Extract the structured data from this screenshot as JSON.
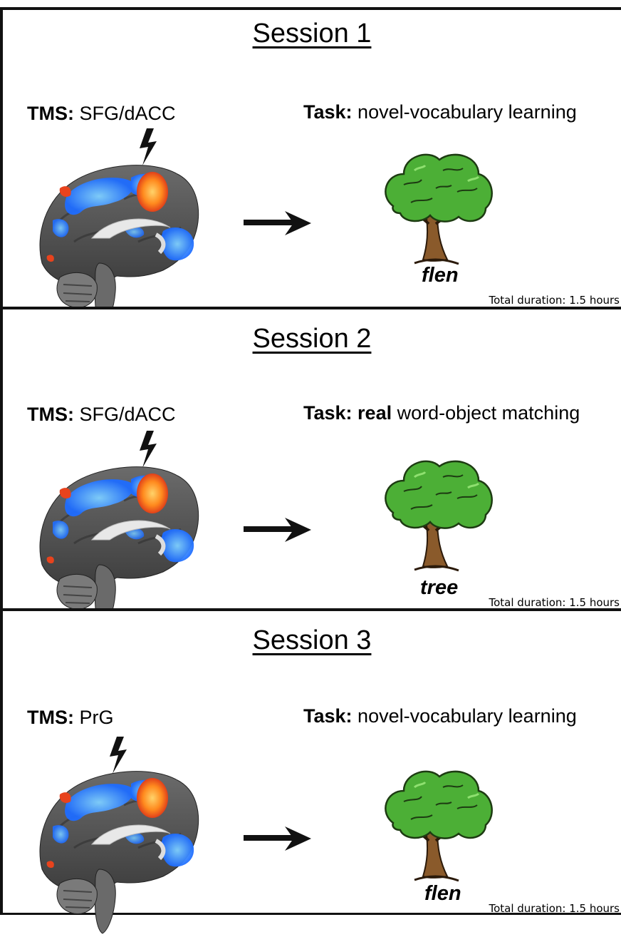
{
  "sessions": [
    {
      "title": "Session 1",
      "tms_label": "TMS:",
      "tms_target": "SFG/dACC",
      "task_label": "Task:",
      "task_prefix": "",
      "task_text": "novel-vocabulary learning",
      "word": "flen",
      "duration": "Total duration: 1.5 hours"
    },
    {
      "title": "Session 2",
      "tms_label": "TMS:",
      "tms_target": "SFG/dACC",
      "task_label": "Task:",
      "task_prefix": "real",
      "task_text": "word-object matching",
      "word": "tree",
      "duration": "Total duration: 1.5 hours"
    },
    {
      "title": "Session 3",
      "tms_label": "TMS:",
      "tms_target": "PrG",
      "task_label": "Task:",
      "task_prefix": "",
      "task_text": "novel-vocabulary learning",
      "word": "flen",
      "duration": "Total duration: 1.5 hours"
    }
  ],
  "icons": {
    "brain": "brain-scan-icon",
    "bolt": "lightning-bolt-icon",
    "arrow": "right-arrow-icon",
    "tree": "tree-icon"
  },
  "colors": {
    "activation_warm": "#ff7a1a",
    "activation_cool": "#2f8cff",
    "tree_foliage": "#4caf36",
    "tree_trunk": "#8a5a2b"
  }
}
